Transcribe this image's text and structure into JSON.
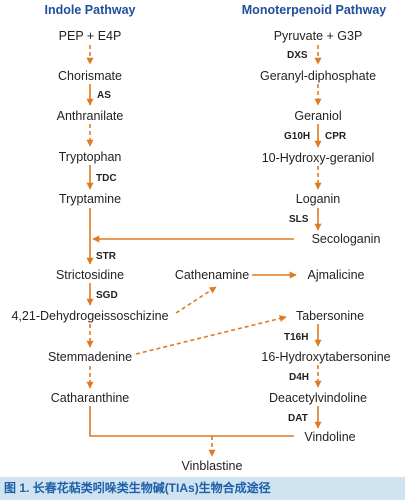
{
  "headings": {
    "indole": "Indole Pathway",
    "monoterpenoid": "Monoterpenoid Pathway"
  },
  "compounds": {
    "pep": "PEP + E4P",
    "chorismate": "Chorismate",
    "anthranilate": "Anthranilate",
    "tryptophan": "Tryptophan",
    "tryptamine": "Tryptamine",
    "pyruvate": "Pyruvate + G3P",
    "geranyl": "Geranyl-diphosphate",
    "geraniol": "Geraniol",
    "hydroxygeraniol": "10-Hydroxy-geraniol",
    "loganin": "Loganin",
    "secologanin": "Secologanin",
    "strictosidine": "Strictosidine",
    "cathenamine": "Cathenamine",
    "ajmalicine": "Ajmalicine",
    "dehydrogeissoschizine": "4,21-Dehydrogeissoschizine",
    "tabersonine": "Tabersonine",
    "stemmadenine": "Stemmadenine",
    "hydroxytabersonine": "16-Hydroxytabersonine",
    "catharanthine": "Catharanthine",
    "deacetylvindoline": "Deacetylvindoline",
    "vindoline": "Vindoline",
    "vinblastine": "Vinblastine"
  },
  "enzymes": {
    "as": "AS",
    "tdc": "TDC",
    "dxs": "DXS",
    "g10h": "G10H",
    "cpr": "CPR",
    "sls": "SLS",
    "str": "STR",
    "sgd": "SGD",
    "t16h": "T16H",
    "d4h": "D4H",
    "dat": "DAT"
  },
  "colors": {
    "arrow": "#e07a1f",
    "heading": "#1f4e9c",
    "caption_bg": "#cfe3f1"
  },
  "caption": {
    "figure_label": "图 1.",
    "text": "长春花萜类吲哚类生物碱(TIAs)生物合成途径"
  }
}
